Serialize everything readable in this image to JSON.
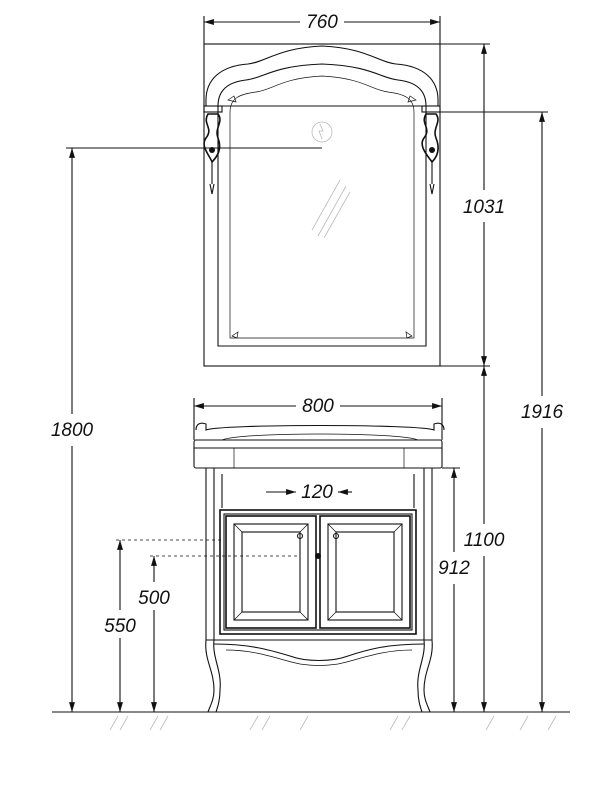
{
  "dimensions": {
    "mirror_width": "760",
    "mirror_height": "1031",
    "total_height": "1916",
    "mount_height": "1800",
    "cabinet_width": "800",
    "drawer_gap": "120",
    "cabinet_height": "1100",
    "basin_height": "912",
    "pipe_height_a": "500",
    "pipe_height_b": "550"
  }
}
